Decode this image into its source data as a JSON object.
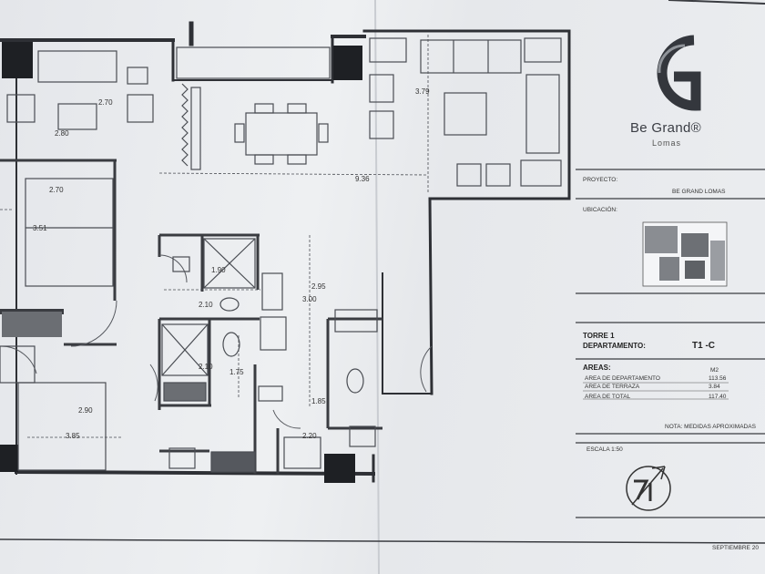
{
  "brand": {
    "name": "Be Grand®",
    "location": "Lomas"
  },
  "title_block": {
    "proyecto_label": "PROYECTO:",
    "proyecto_value": "BE GRAND LOMAS",
    "ubicacion_label": "UBICACIÓN:",
    "torre": "TORRE 1",
    "departamento_label": "DEPARTAMENTO:",
    "departamento_value": "T1 -C",
    "areas_label": "AREAS:",
    "areas_unit": "M2",
    "area_rows": [
      {
        "label": "AREA DE DEPARTAMENTO",
        "value": "113.56"
      },
      {
        "label": "AREA DE TERRAZA",
        "value": "3.84"
      },
      {
        "label": "AREA DE TOTAL",
        "value": "117.40"
      }
    ],
    "nota": "NOTA: MEDIDAS APROXIMADAS",
    "escala": "ESCALA  1:50",
    "fecha": "SEPTIEMBRE 20"
  },
  "dimensions": {
    "d_270a": "2.70",
    "d_280": "2.80",
    "d_270b": "2.70",
    "d_351": "3.51",
    "d_379": "3.79",
    "d_936": "9.36",
    "d_190": "1.90",
    "d_210a": "2.10",
    "d_295": "2.95",
    "d_300": "3.00",
    "d_210b": "2.10",
    "d_175": "1.75",
    "d_290": "2.90",
    "d_385": "3.85",
    "d_185": "1.85",
    "d_220": "2.20"
  },
  "colors": {
    "wall": "#2e3035",
    "line": "#4a4d53",
    "paper": "#eceef1"
  }
}
